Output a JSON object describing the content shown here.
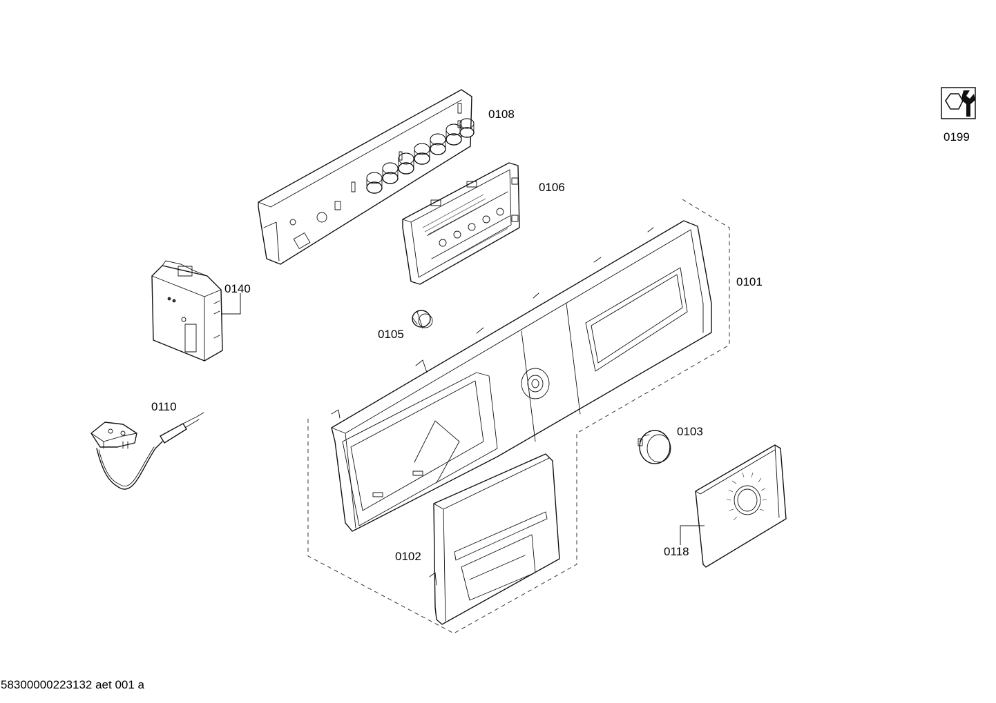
{
  "labels": {
    "p0108": "0108",
    "p0106": "0106",
    "p0140": "0140",
    "p0105": "0105",
    "p0101": "0101",
    "p0110": "0110",
    "p0103": "0103",
    "p0102": "0102",
    "p0118": "0118",
    "p0199": "0199"
  },
  "document_id": "58300000223132 aet 001 a",
  "icons": {
    "service": "wrench-nut-icon"
  }
}
